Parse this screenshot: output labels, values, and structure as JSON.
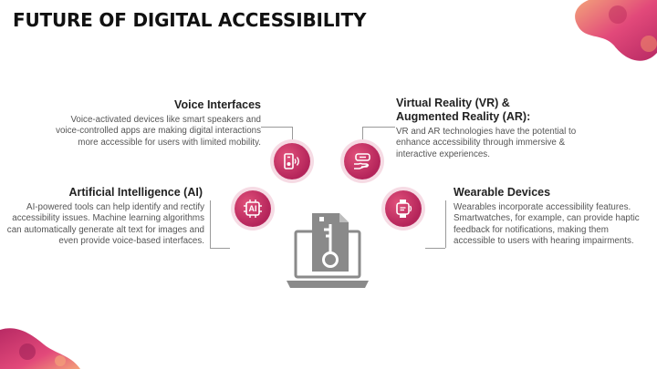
{
  "title": "FUTURE OF DIGITAL ACCESSIBILITY",
  "items": {
    "voice": {
      "heading": "Voice Interfaces",
      "body": "Voice-activated devices like smart speakers and voice-controlled apps are making digital interactions more accessible for users with limited mobility."
    },
    "vr": {
      "heading_line1": "Virtual Reality (VR) &",
      "heading_line2": "Augmented Reality (AR):",
      "body": "VR and AR technologies have the potential to enhance accessibility through immersive & interactive experiences."
    },
    "ai": {
      "heading": "Artificial Intelligence (AI)",
      "icon_text": "AI",
      "body": "AI-powered tools can help identify and rectify accessibility issues. Machine learning algorithms can automatically generate alt text for images and even provide voice-based interfaces."
    },
    "wearable": {
      "heading": "Wearable Devices",
      "body": "Wearables incorporate accessibility features. Smartwatches, for example, can provide haptic feedback for notifications, making them accessible to users with hearing impairments."
    }
  },
  "colors": {
    "accent": "#c0305f",
    "accent_light": "#f6dbe4",
    "connector": "#9a9a9a",
    "illustration": "#8a8a8a"
  },
  "icons": {
    "voice": "speaker-device-icon",
    "vr": "vr-hand-icon",
    "ai": "ai-chip-icon",
    "wearable": "smartwatch-icon",
    "center": "laptop-document-key-icon"
  }
}
